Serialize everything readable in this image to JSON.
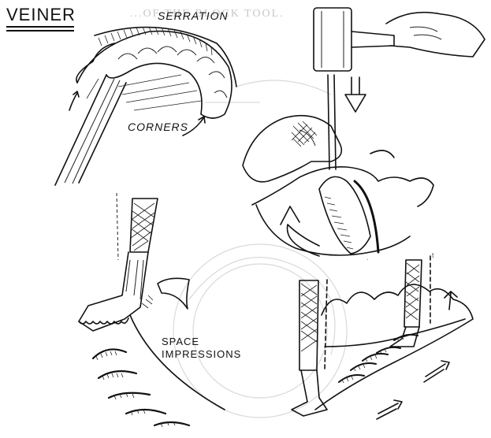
{
  "title": "VEINER",
  "labels": {
    "serration": "SERRATION",
    "corners": "CORNERS",
    "space_impressions_line1": "SPACE",
    "space_impressions_line2": "IMPRESSIONS"
  },
  "watermark": "...OF THE BLOCK TOOL.",
  "colors": {
    "ink": "#111111",
    "paper": "#ffffff",
    "watermark": "#d9d9d9"
  }
}
